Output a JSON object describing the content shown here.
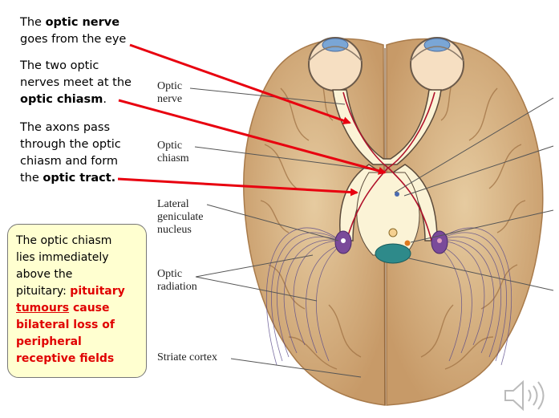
{
  "notes": {
    "line1_pre": "The ",
    "line1_bold": "optic nerve",
    "line2": "goes from the eye",
    "chiasm_1": "The two  optic",
    "chiasm_2": "nerves meet at the",
    "chiasm_3_bold": "optic chiasm",
    "chiasm_3_post": ".",
    "tract_1": "The axons pass",
    "tract_2": "through the optic",
    "tract_3": "chiasm and form",
    "tract_4_pre": "the  ",
    "tract_4_bold": "optic tract."
  },
  "callout": {
    "l1": "The optic chiasm",
    "l2": "lies immediately",
    "l3": "above the",
    "l4_pre": "pituitary: ",
    "l4_red": "pituitary",
    "l5_red_u": "tumours",
    "l5_red": " cause",
    "l6": "bilateral loss of",
    "l7": "peripheral",
    "l8": "receptive fields"
  },
  "labels": {
    "optic_nerve_1": "Optic",
    "optic_nerve_2": "nerve",
    "optic_chiasm_1": "Optic",
    "optic_chiasm_2": "chiasm",
    "lgn_1": "Lateral",
    "lgn_2": "geniculate",
    "lgn_3": "nucleus",
    "radiation_1": "Optic",
    "radiation_2": "radiation",
    "striate": "Striate cortex"
  },
  "colors": {
    "brain": "#d9b98c",
    "arrow": "#e8000f",
    "pathway": "#fbf3d6",
    "callout_bg": "#ffffd0"
  },
  "icons": {
    "speaker": "speaker-icon"
  }
}
